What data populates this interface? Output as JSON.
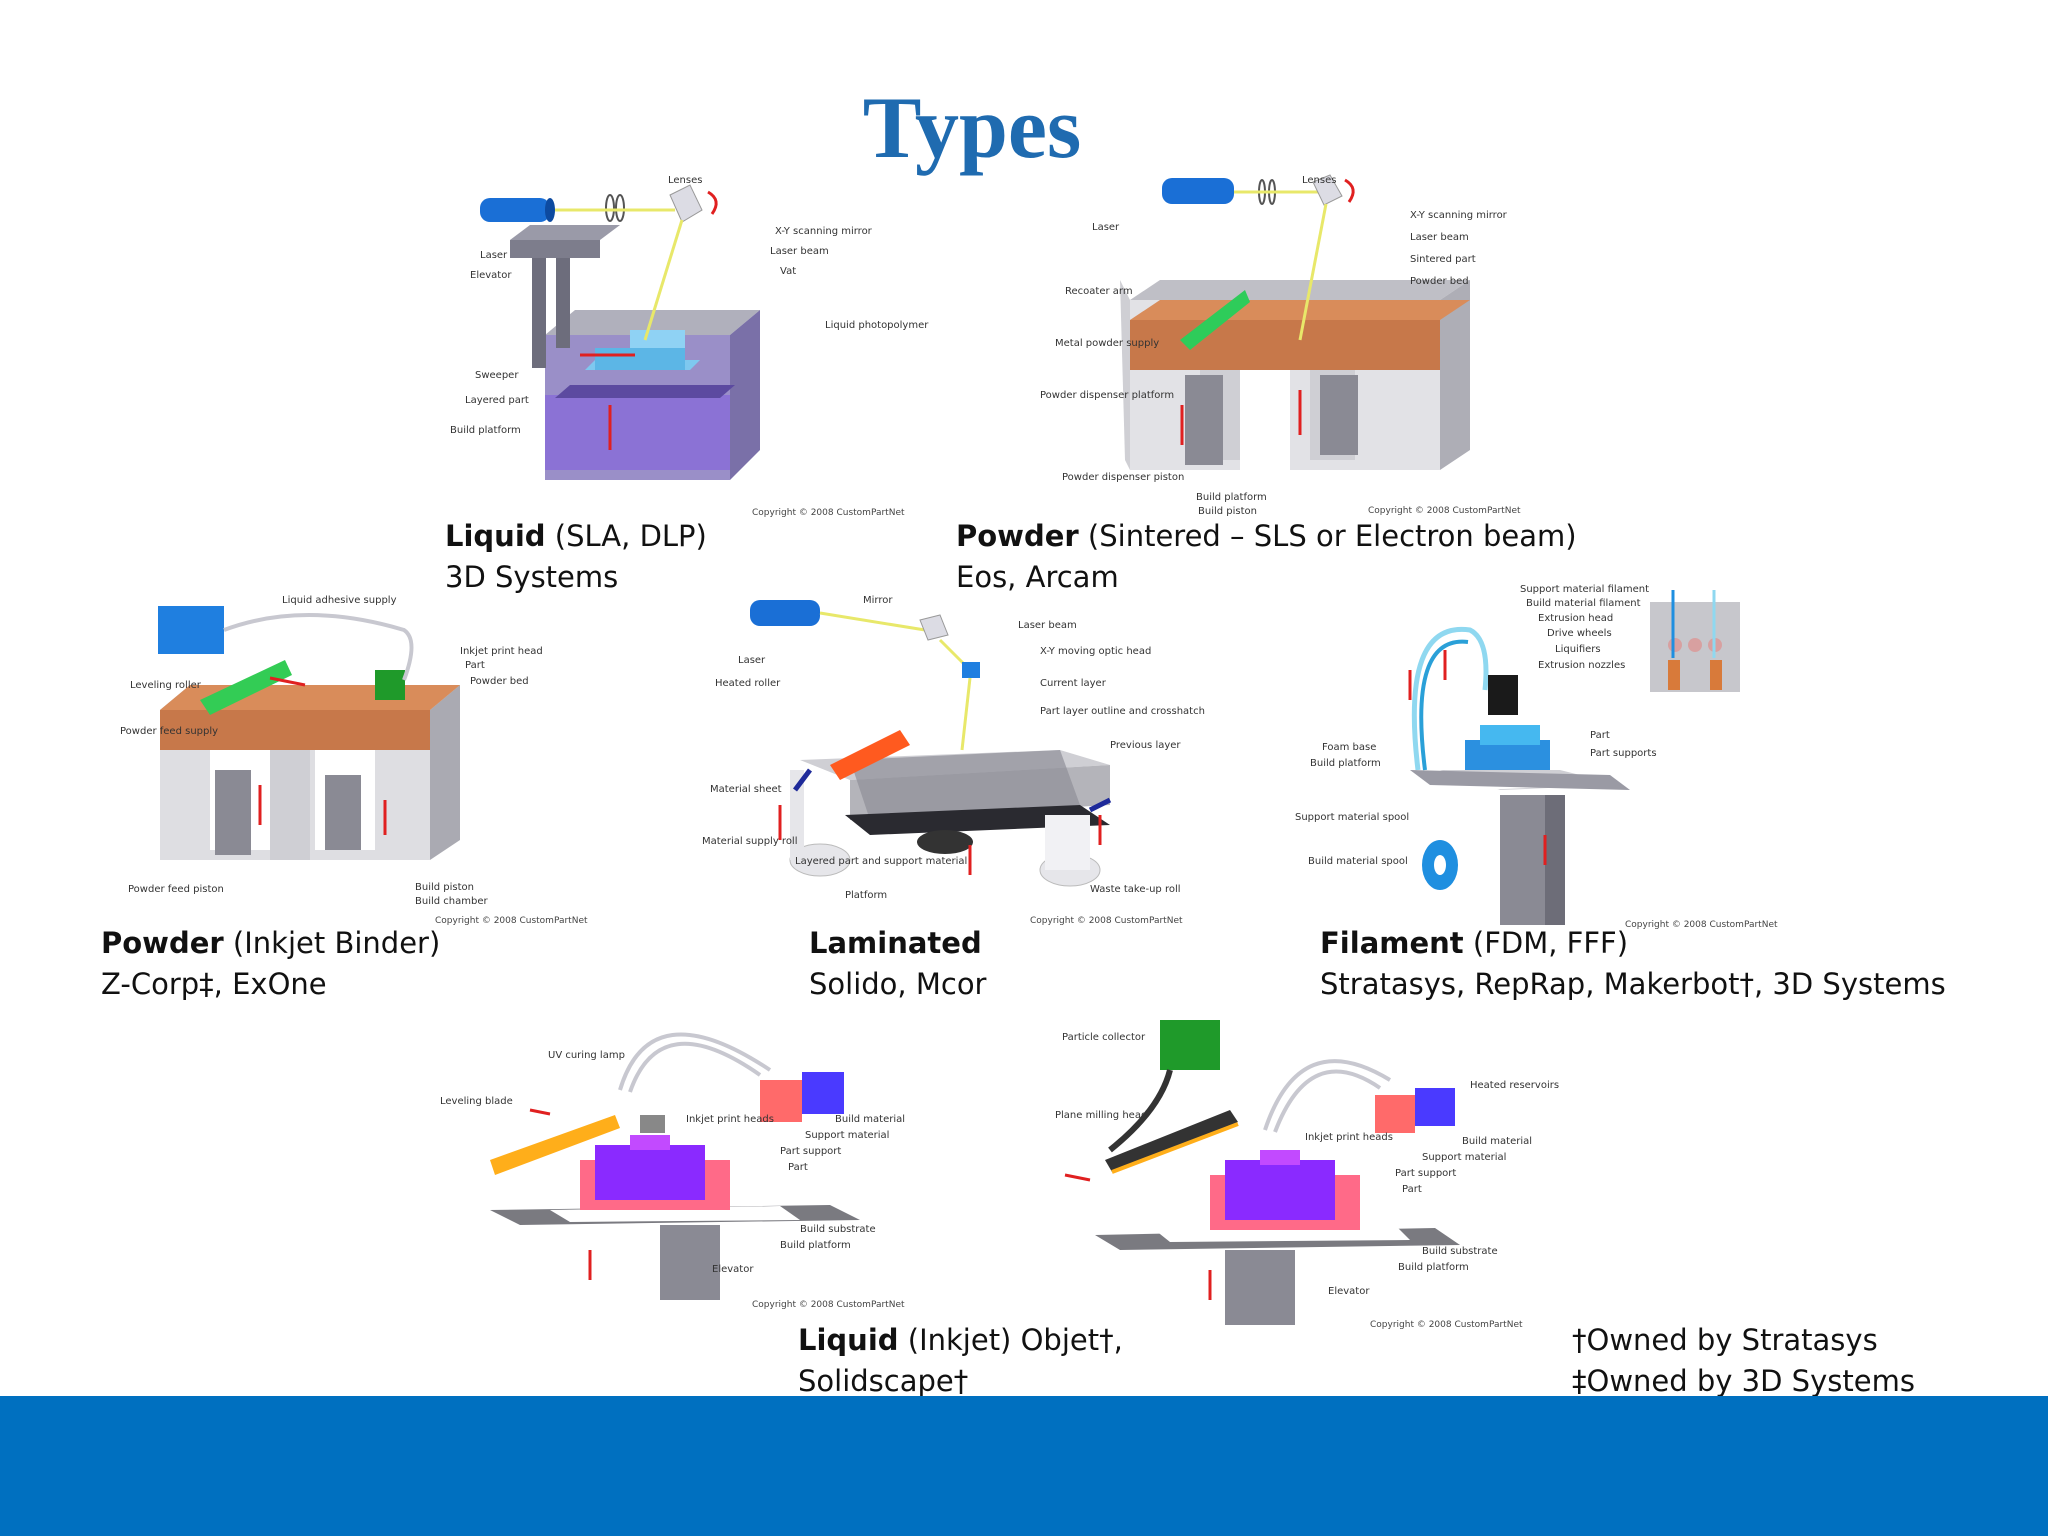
{
  "slide": {
    "title": "Types",
    "footer_color": "#0070c0",
    "title_color": "#1f6bb0"
  },
  "copyright": "Copyright © 2008 CustomPartNet",
  "figures": {
    "sla": {
      "labels": [
        "Lenses",
        "X-Y scanning mirror",
        "Laser beam",
        "Vat",
        "Laser",
        "Elevator",
        "Liquid photopolymer",
        "Sweeper",
        "Layered part",
        "Build platform"
      ]
    },
    "sls": {
      "labels": [
        "Lenses",
        "X-Y scanning mirror",
        "Laser beam",
        "Sintered part",
        "Powder bed",
        "Laser",
        "Recoater arm",
        "Metal powder supply",
        "Powder dispenser platform",
        "Powder dispenser piston",
        "Build platform",
        "Build piston"
      ]
    },
    "binder": {
      "labels": [
        "Liquid adhesive supply",
        "Inkjet print head",
        "Part",
        "Powder bed",
        "Leveling roller",
        "Powder feed supply",
        "Powder feed piston",
        "Build piston",
        "Build chamber"
      ]
    },
    "laminated": {
      "labels": [
        "Mirror",
        "Laser beam",
        "X-Y moving optic head",
        "Laser",
        "Heated roller",
        "Current layer",
        "Part layer outline and crosshatch",
        "Previous layer",
        "Material sheet",
        "Material supply roll",
        "Layered part and support material",
        "Platform",
        "Waste take-up roll"
      ]
    },
    "fdm": {
      "labels": [
        "Support material filament",
        "Build material filament",
        "Extrusion head",
        "Drive wheels",
        "Liquifiers",
        "Extrusion nozzles",
        "Part",
        "Part supports",
        "Foam base",
        "Build platform",
        "Support material spool",
        "Build material spool"
      ]
    },
    "inkjet1": {
      "labels": [
        "UV curing lamp",
        "Leveling blade",
        "Inkjet print heads",
        "Build material",
        "Support material",
        "Part support",
        "Part",
        "Build substrate",
        "Build platform",
        "Elevator"
      ]
    },
    "inkjet2": {
      "labels": [
        "Particle collector",
        "Plane milling head",
        "Heated reservoirs",
        "Inkjet print heads",
        "Build material",
        "Support material",
        "Part support",
        "Part",
        "Build substrate",
        "Build platform",
        "Elevator"
      ]
    }
  },
  "captions": {
    "sla": {
      "bold": "Liquid",
      "rest": " (SLA, DLP)",
      "line2": "3D Systems"
    },
    "sls": {
      "bold": "Powder",
      "rest": " (Sintered – SLS or Electron beam)",
      "line2": "Eos, Arcam"
    },
    "binder": {
      "bold": "Powder",
      "rest": " (Inkjet Binder)",
      "line2": "Z-Corp‡, ExOne"
    },
    "laminated": {
      "bold": "Laminated",
      "rest": "",
      "line2": "Solido, Mcor"
    },
    "fdm": {
      "bold": "Filament",
      "rest": " (FDM, FFF)",
      "line2": "Stratasys, RepRap, Makerbot†, 3D Systems"
    },
    "inkjet": {
      "bold": "Liquid",
      "rest": " (Inkjet) Objet†,",
      "line2": "Solidscape†"
    }
  },
  "notes": {
    "line1": "†Owned by Stratasys",
    "line2": "‡Owned by 3D Systems"
  }
}
